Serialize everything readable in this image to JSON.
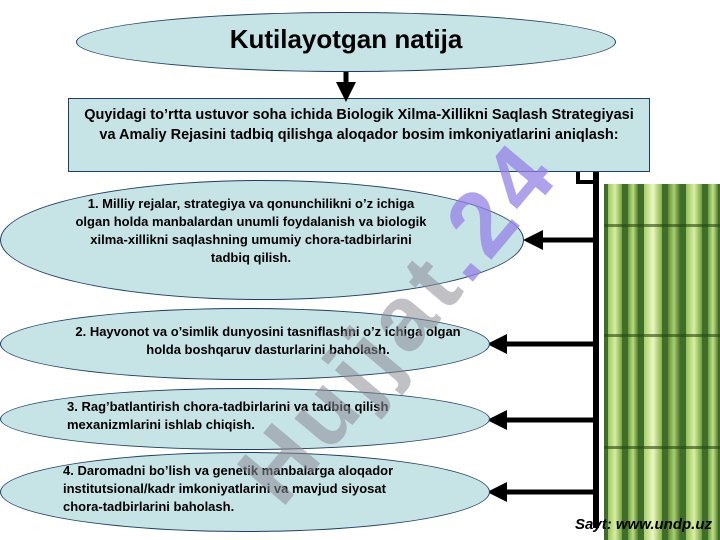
{
  "title": "Kutilayotgan natija",
  "intro": "Quyidagi to’rtta ustuvor soha ichida Biologik Xilma-Xillikni Saqlash Strategiyasi va Amaliy Rejasini tadbiq qilishga aloqador bosim imkoniyatlarini aniqlash:",
  "items": [
    "1. Milliy rejalar, strategiya va qonunchilikni o’z ichiga olgan holda manbalardan unumli foydalanish va biologik xilma-xillikni saqlashning umumiy chora-tadbirlarini tadbiq qilish.",
    "2. Hayvonot va o’simlik dunyosini tasniflashni o’z ichiga olgan holda boshqaruv dasturlarini baholash.",
    "3. Rag’batlantirish chora-tadbirlarini va tadbiq qilish mexanizmlarini ishlab chiqish.",
    "4. Daromadni bo’lish va genetik manbalarga aloqador institutsional/kadr imkoniyatlarini va mavjud siyosat chora-tadbirlarini baholash."
  ],
  "watermark": {
    "main": "Hujjat",
    "accent": ".24"
  },
  "site": "Sayt: www.undp.uz",
  "colors": {
    "shape_fill": "#c6e3e6",
    "shape_border": "#1f3e63",
    "connector": "#000000"
  }
}
